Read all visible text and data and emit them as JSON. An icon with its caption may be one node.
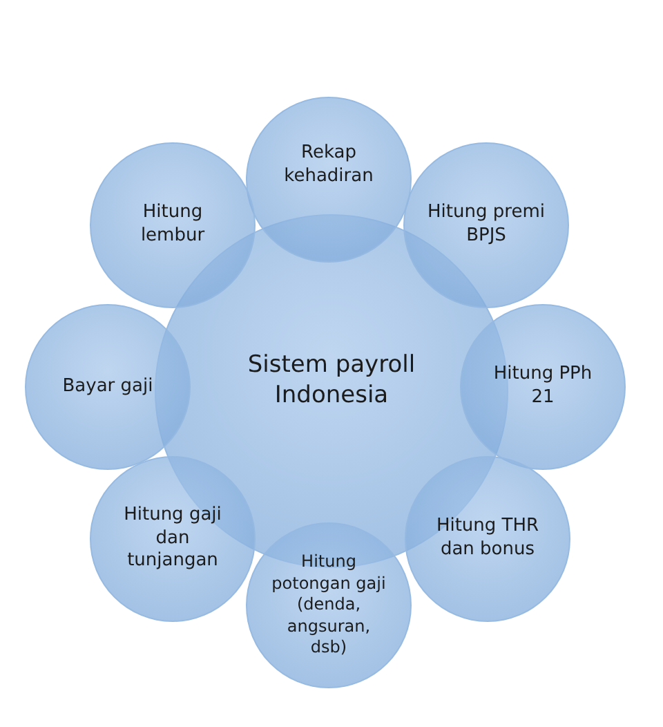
{
  "diagram": {
    "nodes": [
      {
        "text": [
          "Sistem payroll Indonesia"
        ]
      },
      {
        "text": [
          "Rekap kehadiran"
        ]
      },
      {
        "text": [
          "Hitung premi BPJS"
        ]
      },
      {
        "text": [
          "Hitung PPh 21"
        ]
      },
      {
        "text": [
          "Hitung THR dan bonus"
        ]
      },
      {
        "text": [
          "Hitung potongan gaji (denda, angsuran, dsb)"
        ]
      },
      {
        "text": [
          "Hitung gaji dan tunjangan"
        ]
      },
      {
        "text": [
          "Bayar gaji"
        ]
      },
      {
        "text": [
          "Hitung lembur"
        ]
      }
    ],
    "edges": []
  }
}
